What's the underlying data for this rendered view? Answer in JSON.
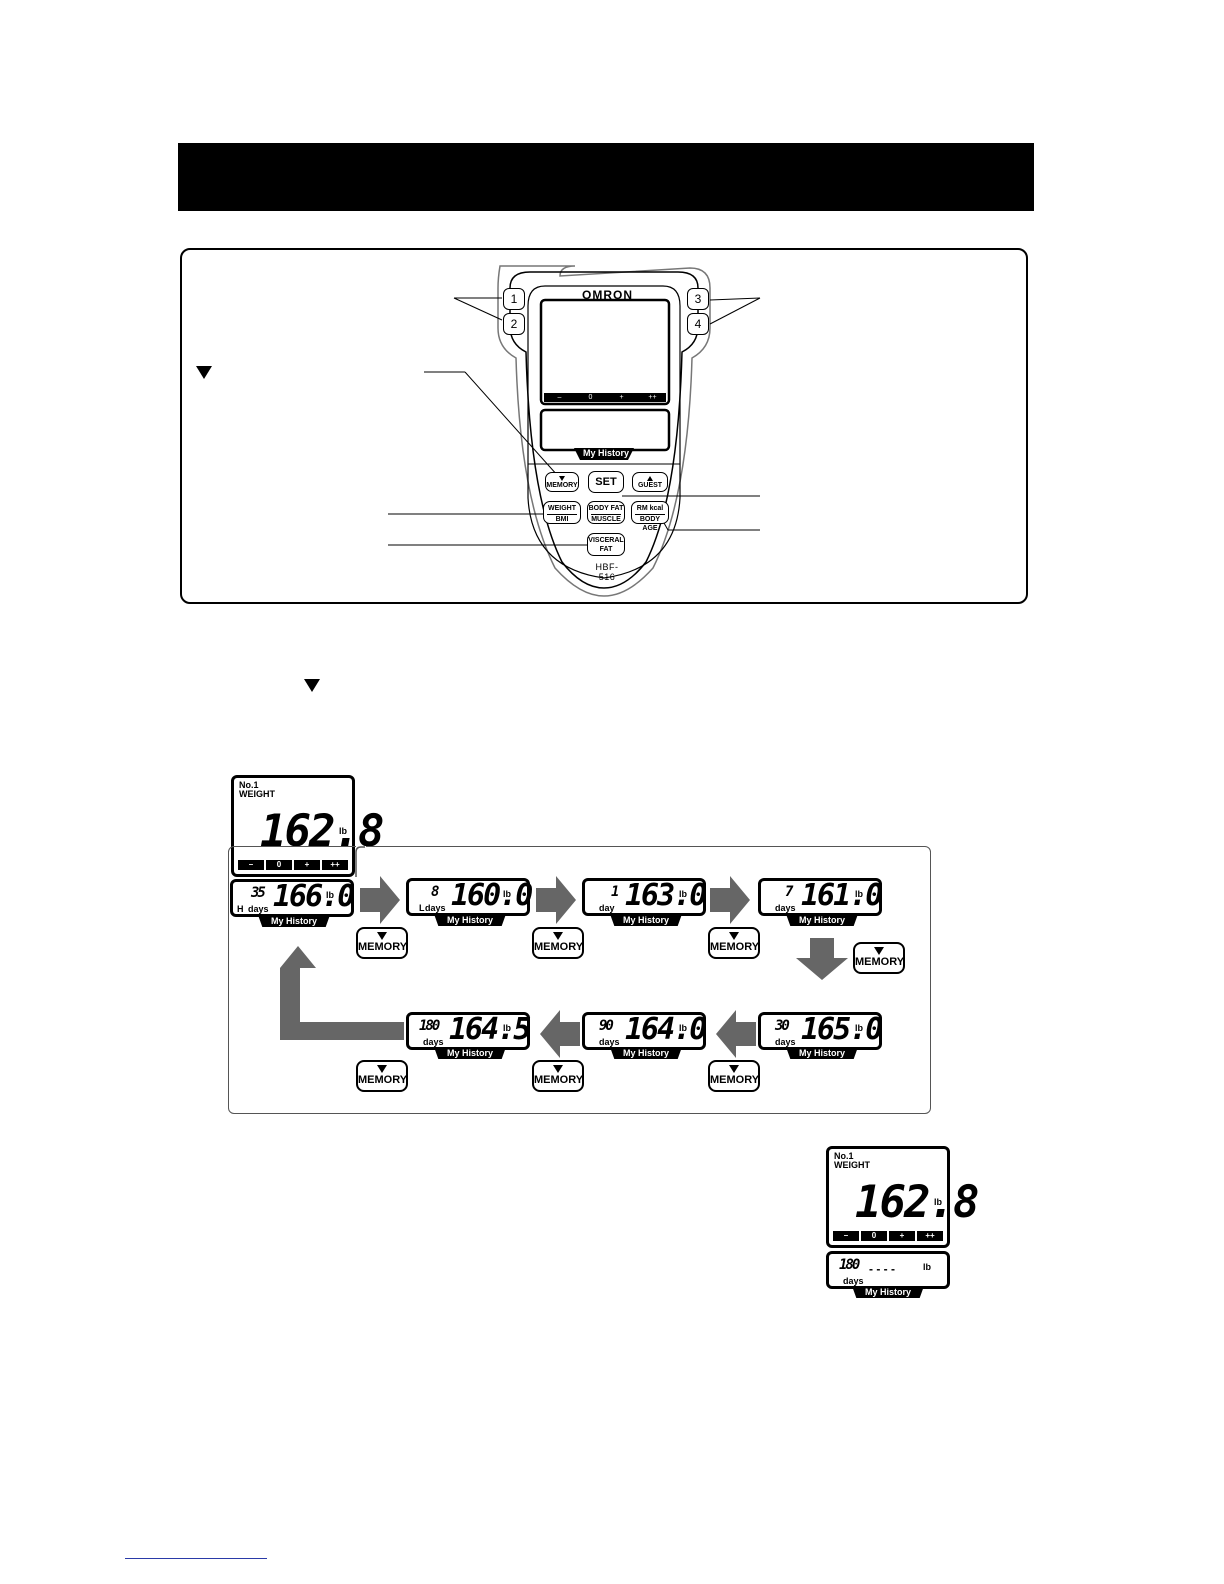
{
  "device": {
    "brand": "OMRON",
    "model": "HBF-516",
    "user_keys": [
      "1",
      "2",
      "3",
      "4"
    ],
    "scale_labels": [
      "–",
      "0",
      "+",
      "++"
    ],
    "history_label": "My History",
    "buttons": {
      "memory": "MEMORY",
      "set": "SET",
      "guest": "GUEST",
      "weight": "WEIGHT",
      "bmi": "BMI",
      "body_fat": "BODY FAT",
      "muscle": "MUSCLE",
      "rm_kcal": "RM kcal",
      "body_age": "BODY AGE",
      "visceral": "VISCERAL",
      "fat": "FAT"
    }
  },
  "main_display": {
    "user": "No.1",
    "mode": "WEIGHT",
    "value": "162.8",
    "unit": "lb",
    "scale_labels": [
      "–",
      "0",
      "+",
      "++"
    ]
  },
  "history": [
    {
      "period": "35",
      "prefix": "H",
      "label": "days",
      "value": "166.0",
      "unit": "lb"
    },
    {
      "period": "8",
      "prefix": "L",
      "label": "days",
      "value": "160.0",
      "unit": "lb"
    },
    {
      "period": "1",
      "prefix": "",
      "label": "day",
      "value": "163.0",
      "unit": "lb"
    },
    {
      "period": "7",
      "prefix": "",
      "label": "days",
      "value": "161.0",
      "unit": "lb"
    },
    {
      "period": "30",
      "prefix": "",
      "label": "days",
      "value": "165.0",
      "unit": "lb"
    },
    {
      "period": "90",
      "prefix": "",
      "label": "days",
      "value": "164.0",
      "unit": "lb"
    },
    {
      "period": "180",
      "prefix": "",
      "label": "days",
      "value": "164.5",
      "unit": "lb"
    }
  ],
  "history_label": "My History",
  "memory_key_label": "MEMORY",
  "no_data_display": {
    "user": "No.1",
    "mode": "WEIGHT",
    "value": "162.8",
    "unit": "lb",
    "scale_labels": [
      "–",
      "0",
      "+",
      "++"
    ],
    "period": "180",
    "label": "days",
    "history_value": "- - - -",
    "history_unit": "lb",
    "history_label": "My History"
  }
}
